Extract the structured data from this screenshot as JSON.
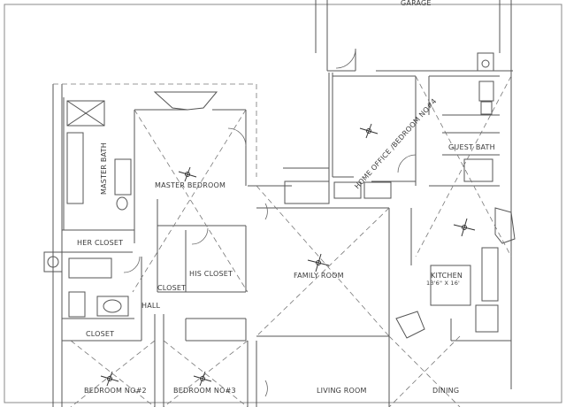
{
  "rooms": {
    "garage": "GARAGE",
    "master_bath": "MASTER BATH",
    "master_bedroom": "MASTER BEDROOM",
    "home_office": "HOME OFFICE /BEDROOM NO#4",
    "guest_bath": "GUEST BATH",
    "her_closet": "HER CLOSET",
    "his_closet": "HIS CLOSET",
    "closet_hall": "CLOSET",
    "hall": "HALL",
    "closet_lower": "CLOSET",
    "family_room": "FAMILY ROOM",
    "kitchen": "KITCHEN",
    "kitchen_dims": "13'6\" X 16'",
    "bedroom_2": "BEDROOM NO#2",
    "bedroom_3": "BEDROOM NO#3",
    "living_room": "LIVING ROOM",
    "dining": "DINING"
  }
}
